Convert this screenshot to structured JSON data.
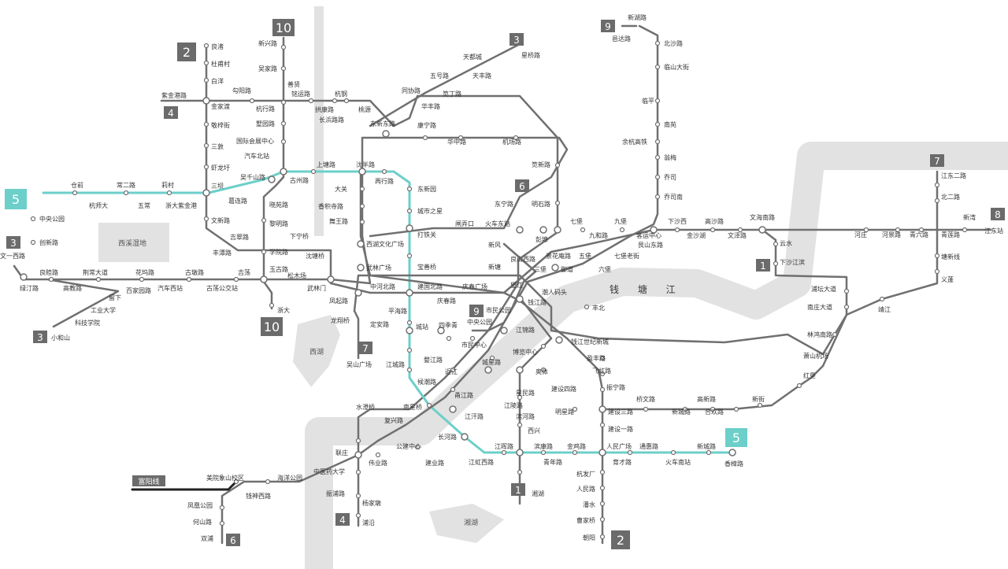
{
  "colors": {
    "line": "#707070",
    "line5": "#6ccfc9",
    "water": "#e2e2e2",
    "badge": "#6b6b6b",
    "badge5": "#6ccfc9",
    "fuyang": "#222222"
  },
  "areas": {
    "xixi": "西溪湿地",
    "xihu": "西湖",
    "xianghu": "湘湖",
    "river": "钱 塘 江"
  },
  "badges": {
    "l10_top": "10",
    "l10_bottom": "10",
    "l2_top": "2",
    "l2_bottom": "2",
    "l4_top": "4",
    "l4_bottom": "4",
    "l5_left": "5",
    "l5_right": "5",
    "l3_a": "3",
    "l3_b": "3",
    "l3_c": "3",
    "l9_top": "9",
    "l9_mid": "9",
    "l7_right": "7",
    "l7_mid": "7",
    "l8": "8",
    "l6_mid": "6",
    "l6_bottom": "6",
    "l1_right": "1",
    "l1_bottom": "1",
    "fuyang": "富阳线"
  },
  "stations": {
    "s01": "新兴路",
    "s02": "吴家路",
    "s03": "良渚",
    "s04": "杜甫村",
    "s05": "白洋",
    "s06": "勾阳路",
    "s07": "紫金港路",
    "s08": "金家渡",
    "s09": "杭行路",
    "s10": "墅园路",
    "s11": "敬梓街",
    "s12": "三敦",
    "s13": "虾龙圩",
    "s14": "三坝",
    "s15": "国际会展中心",
    "s16": "汽车北站",
    "s17": "善贤",
    "s18": "铭运路",
    "s19": "杭钢",
    "s20": "拱康路",
    "s21": "桃源",
    "s22": "长浜路路",
    "s23": "东新东路",
    "s24": "天都城",
    "s25": "星桥路",
    "s26": "五号路",
    "s27": "天丰路",
    "s28": "同协路",
    "s29": "笕丁路",
    "s30": "华丰路",
    "s31": "康宁路",
    "s32": "华中路",
    "s33": "机场路",
    "s34": "笕新路",
    "s35": "新湖路",
    "s36": "邑达路",
    "s37": "北沙路",
    "s38": "临山大街",
    "s39": "临平",
    "s40": "南苑",
    "s41": "余杭高铁",
    "s42": "翁梅",
    "s43": "乔司",
    "s44": "乔司南",
    "s45": "仓前",
    "s46": "常二路",
    "s47": "莉村",
    "s48": "杭师大",
    "s49": "五常",
    "s50": "浙大紫金港",
    "s51": "吴千山路",
    "s52": "古州路",
    "s53": "上塘路",
    "s54": "沈半路",
    "s55": "再行路",
    "s56": "东新园",
    "s57": "大关",
    "s58": "香积寺路",
    "s59": "舞王路",
    "s60": "城市之星",
    "s61": "中央公园",
    "s62": "创新路",
    "s63": "文一西路",
    "s64": "良睦路",
    "s65": "荆常大道",
    "s66": "花坞路",
    "s67": "古墩路",
    "s68": "吉荡",
    "s69": "绿汀路",
    "s70": "高教路",
    "s71": "留下",
    "s72": "百家园路",
    "s73": "汽车西站",
    "s74": "古荡公交站",
    "s75": "工业大学",
    "s76": "科技学院",
    "s77": "小和山",
    "s78": "文新路",
    "s79": "吉翠路",
    "s80": "丰潭路",
    "s81": "葛连路",
    "s82": "晓苑路",
    "s83": "黎明路",
    "s84": "下宁桥",
    "s85": "学院路",
    "s86": "沈塘桥",
    "s87": "玉古路",
    "s88": "松木场",
    "s89": "浙大",
    "s90": "武林门",
    "s91": "凤起路",
    "s92": "龙翔桥",
    "s93": "定安路",
    "s94": "西湖文化广场",
    "s95": "武林广场",
    "s96": "打铁关",
    "s97": "宝善桥",
    "s98": "中河北路",
    "s99": "建国北路",
    "s100": "庆春广场",
    "s101": "庆春路",
    "s102": "平海路",
    "s103": "城站",
    "s104": "四季青",
    "s105": "市民公园",
    "s106": "中央公园",
    "s107": "江锦路",
    "s108": "市民中心",
    "s109": "近江",
    "s110": "城星路",
    "s111": "婺江路",
    "s112": "吴山广场",
    "s113": "江城路",
    "s114": "候潮路",
    "s115": "南星桥",
    "s116": "水澄桥",
    "s117": "复兴路",
    "s118": "甬江路",
    "s119": "江汗路",
    "s120": "长河路",
    "s121": "联庄",
    "s122": "中医药大学",
    "s123": "公建中心",
    "s124": "伟业路",
    "s125": "建业路",
    "s126": "江晖路",
    "s127": "江虹西路",
    "s128": "滨康路",
    "s129": "金鸡路",
    "s130": "人民广场",
    "s131": "通惠路",
    "s132": "新城路",
    "s133": "青年路",
    "s134": "育才路",
    "s135": "火车南站",
    "s136": "香樟路",
    "s137": "振浦路",
    "s138": "杨家墩",
    "s139": "浦沿",
    "s140": "湘湖",
    "s141": "杭发厂",
    "s142": "人民路",
    "s143": "潘水",
    "s144": "曹家桥",
    "s145": "朝阳",
    "s146": "美院象山校区",
    "s147": "海洋公园",
    "s148": "钱神西路",
    "s149": "凤凰公园",
    "s150": "何山路",
    "s151": "双浦",
    "s152": "闸弄口",
    "s153": "火车东站",
    "s154": "新风",
    "s155": "东宁路",
    "s156": "明石路",
    "s157": "彭埠",
    "s158": "七堡",
    "s159": "九堡",
    "s160": "九和路",
    "s161": "客运中心",
    "s162": "下沙西",
    "s163": "金沙湖",
    "s164": "高沙路",
    "s165": "文泽路",
    "s166": "文海南路",
    "s167": "云水",
    "s168": "下沙江滨",
    "s169": "河庄",
    "s170": "河景路",
    "s171": "青六路",
    "s172": "青莲路",
    "s173": "江东站",
    "s174": "新湾",
    "s175": "江东二路",
    "s176": "北二路",
    "s177": "塘新线",
    "s178": "义蓬",
    "s179": "靖江",
    "s180": "萧山机场",
    "s181": "红垦",
    "s182": "林鸿南路",
    "s183": "南庄大道",
    "s184": "浦坛大道",
    "s185": "良山西路",
    "s186": "景花庵路",
    "s187": "五堡",
    "s188": "艮山东路",
    "s189": "七堡老街",
    "s190": "御道",
    "s191": "三堡",
    "s192": "六堡",
    "s193": "新塘",
    "s194": "望江",
    "s195": "潮人码头",
    "s196": "钱江路",
    "s197": "丰北",
    "s198": "钱江世纪新城",
    "s199": "盈丰路",
    "s200": "飞虹路",
    "s201": "振宁路",
    "s202": "博览中心",
    "s203": "奥体",
    "s204": "建设四路",
    "s205": "星民路",
    "s206": "江陵路",
    "s207": "滨河路",
    "s208": "西兴",
    "s209": "明星路",
    "s210": "建设三路",
    "s211": "建设一路",
    "s212": "新城路",
    "s213": "合欢路",
    "s214": "新街",
    "s215": "高新路",
    "s216": "桥文路"
  }
}
